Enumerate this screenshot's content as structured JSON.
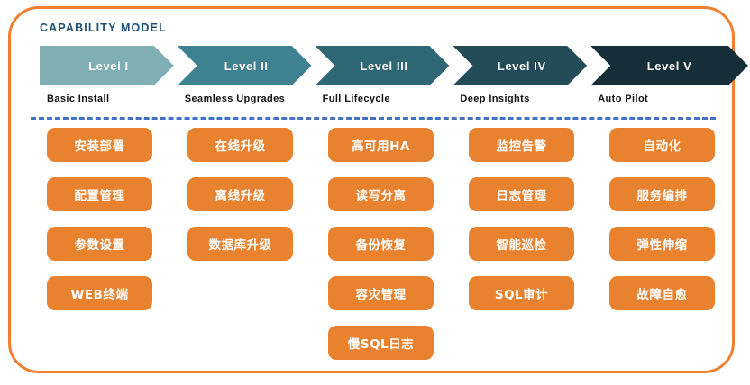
{
  "page": {
    "title": "CAPABILITY MODEL",
    "frame_color": "#F07F32",
    "title_color": "#1F5272",
    "divider_color": "#4372C3",
    "capability_color": "#E8822F"
  },
  "levels": [
    {
      "label": "Level  I",
      "caption": "Basic Install",
      "color": "#7FAFB5"
    },
    {
      "label": "Level II",
      "caption": "Seamless Upgrades",
      "color": "#3E8190"
    },
    {
      "label": "Level III",
      "caption": "Full Lifecycle",
      "color": "#2E6673"
    },
    {
      "label": "Level IV",
      "caption": "Deep Insights",
      "color": "#234C58"
    },
    {
      "label": "Level V",
      "caption": "Auto Pilot",
      "color": "#162E38"
    }
  ],
  "columns": [
    {
      "level": "Level  I",
      "items": [
        "安装部署",
        "配置管理",
        "参数设置",
        "WEB终端"
      ]
    },
    {
      "level": "Level II",
      "items": [
        "在线升级",
        "离线升级",
        "数据库升级"
      ]
    },
    {
      "level": "Level III",
      "items": [
        "高可用HA",
        "读写分离",
        "备份恢复",
        "容灾管理",
        "慢SQL日志"
      ]
    },
    {
      "level": "Level IV",
      "items": [
        "监控告警",
        "日志管理",
        "智能巡检",
        "SQL审计"
      ]
    },
    {
      "level": "Level V",
      "items": [
        "自动化",
        "服务编排",
        "弹性伸缩",
        "故障自愈"
      ]
    }
  ]
}
